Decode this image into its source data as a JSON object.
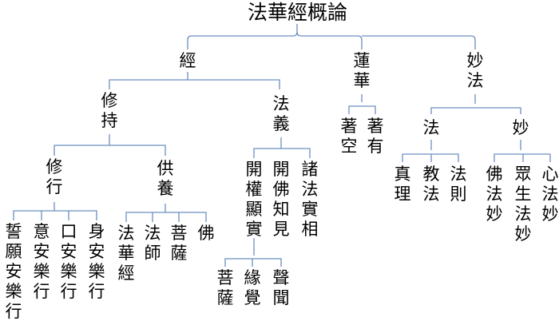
{
  "colors": {
    "line": "#6b8fbf",
    "text": "#000000",
    "background": "#ffffff"
  },
  "tree": {
    "root": "法華經概論",
    "jing": {
      "label": "經",
      "xiuchi": {
        "label": "修持",
        "xiuxing": {
          "label": "修行",
          "items": [
            "誓願安樂行",
            "意安樂行",
            "口安樂行",
            "身安樂行"
          ]
        },
        "gongyang": {
          "label": "供養",
          "items": [
            "法華經",
            "法師",
            "菩薩",
            "佛"
          ]
        }
      },
      "fayi": {
        "label": "法義",
        "items": [
          "開權顯實",
          "開佛知見",
          "諸法實相"
        ],
        "sub_items": [
          "菩薩",
          "緣覺",
          "聲聞"
        ]
      }
    },
    "lianhua": {
      "label": "蓮華",
      "items": [
        "著空",
        "著有"
      ]
    },
    "miaofa": {
      "label": "妙法",
      "fa": {
        "label": "法",
        "items": [
          "真理",
          "教法",
          "法則"
        ]
      },
      "miao": {
        "label": "妙",
        "items": [
          "佛法妙",
          "眾生法妙",
          "心法妙"
        ]
      }
    }
  }
}
